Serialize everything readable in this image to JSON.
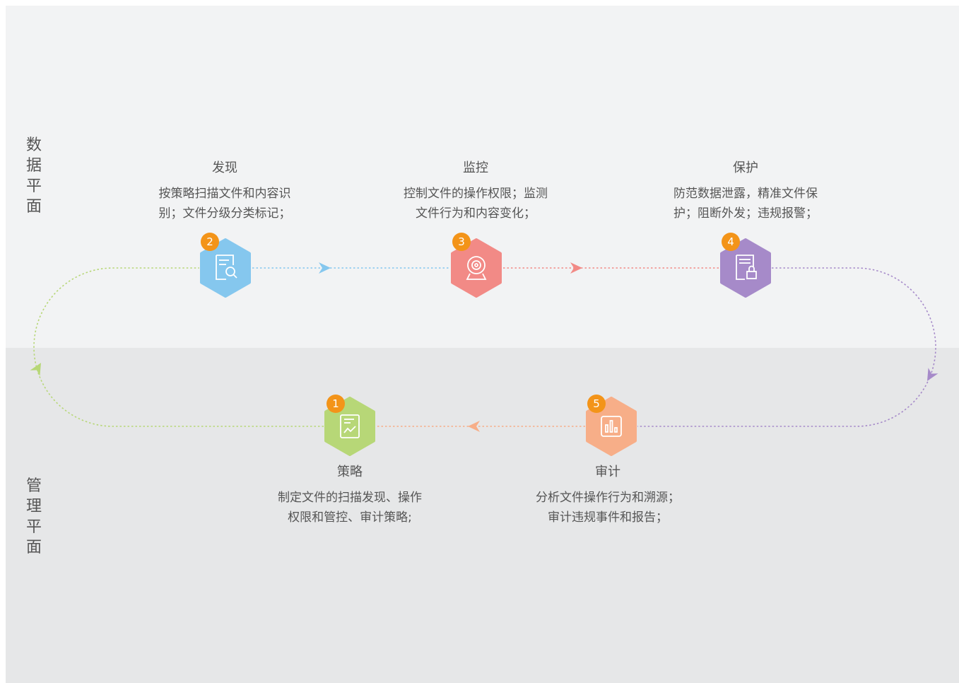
{
  "planes": {
    "data_plane": "数据平面",
    "management_plane": "管理平面"
  },
  "colors": {
    "policy": "#b7d777",
    "discover": "#85c7ee",
    "monitor": "#f28a86",
    "protect": "#a68ac9",
    "audit": "#f7ae88",
    "badge": "#f39419"
  },
  "stages": {
    "policy": {
      "num": "1",
      "title": "策略",
      "desc": "制定文件的扫描发现、操作\n权限和管控、审计策略;",
      "icon": "document-chart-icon"
    },
    "discover": {
      "num": "2",
      "title": "发现",
      "desc": "按策略扫描文件和内容识\n别；文件分级分类标记；",
      "icon": "document-search-icon"
    },
    "monitor": {
      "num": "3",
      "title": "监控",
      "desc": "控制文件的操作权限；监测\n文件行为和内容变化；",
      "icon": "camera-icon"
    },
    "protect": {
      "num": "4",
      "title": "保护",
      "desc": "防范数据泄露，精准文件保\n护；阻断外发；违规报警；",
      "icon": "document-lock-icon"
    },
    "audit": {
      "num": "5",
      "title": "审计",
      "desc": "分析文件操作行为和溯源；\n审计违规事件和报告；",
      "icon": "bar-chart-icon"
    }
  }
}
